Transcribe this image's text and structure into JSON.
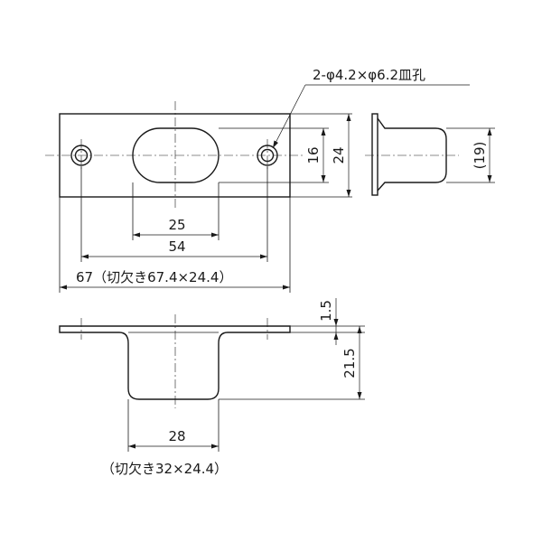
{
  "drawing": {
    "hole_callout": "2-φ4.2×φ6.2皿孔",
    "dim_oval_width": "25",
    "dim_hole_pitch": "54",
    "dim_plate_width": "67（切欠き67.4×24.4）",
    "dim_oval_height": "16",
    "dim_plate_height": "24",
    "dim_side_depth": "(19)",
    "dim_flange_thickness": "1.5",
    "dim_total_depth": "21.5",
    "dim_box_width": "28",
    "box_cutout_note": "（切欠き32×24.4）"
  }
}
